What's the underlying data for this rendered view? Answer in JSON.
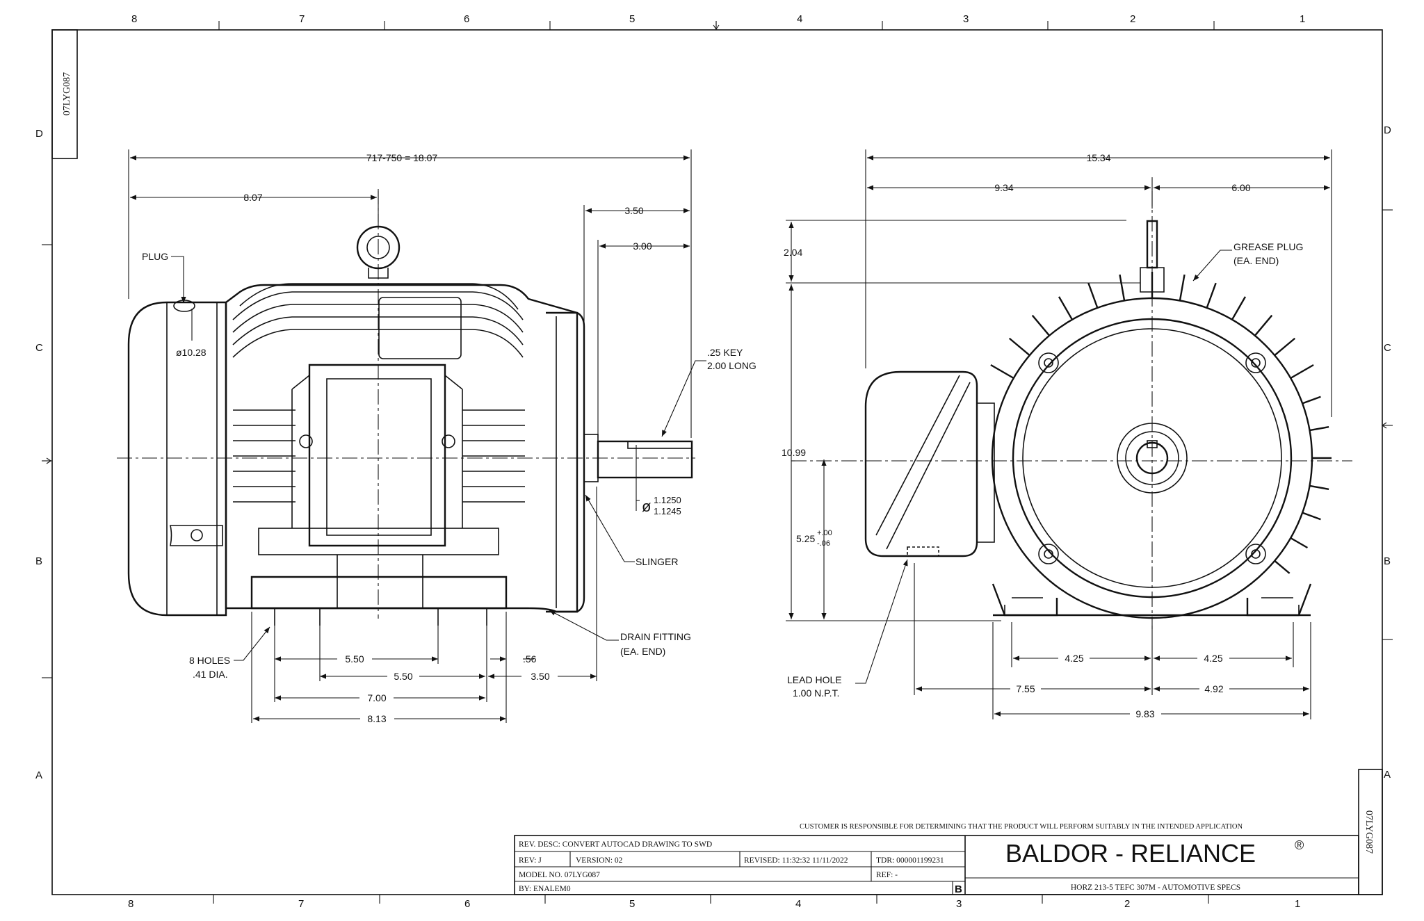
{
  "sheet_id": "07LYG087",
  "zones": {
    "columns": [
      "8",
      "7",
      "6",
      "5",
      "4",
      "3",
      "2",
      "1"
    ],
    "rows": [
      "D",
      "C",
      "B",
      "A"
    ]
  },
  "side_view": {
    "overall_length": "717-750 = 18.07",
    "length_to_lift": "8.07",
    "shaft_ext": "3.50",
    "key_end": "3.00",
    "plug": "PLUG",
    "frame_dia": "ø10.28",
    "key_1": ".25 KEY",
    "key_2": "2.00 LONG",
    "shaft_dia_1": "1.1250",
    "shaft_dia_2": "1.1245",
    "slinger": "SLINGER",
    "drain_1": "DRAIN FITTING",
    "drain_2": "(EA. END)",
    "holes_1": "8 HOLES",
    "holes_2": ".41 DIA.",
    "dim_550a": "5.50",
    "dim_056": ".56",
    "dim_550b": "5.50",
    "dim_350": "3.50",
    "dim_700": "7.00",
    "dim_813": "8.13"
  },
  "end_view": {
    "overall_width": "15.34",
    "left_width": "9.34",
    "right_width": "6.00",
    "grease_1": "GREASE PLUG",
    "grease_2": "(EA. END)",
    "height_lift": "2.04",
    "height_total": "10.99",
    "shaft_height": "5.25",
    "tol_plus": "+.00",
    "tol_minus": "-.06",
    "lead_1": "LEAD HOLE",
    "lead_2": "1.00 N.P.T.",
    "foot_l": "4.25",
    "foot_r": "4.25",
    "box_l": "7.55",
    "box_r": "4.92",
    "base": "9.83"
  },
  "title_block": {
    "disclaimer": "CUSTOMER IS RESPONSIBLE FOR DETERMINING THAT THE PRODUCT WILL PERFORM SUITABLY IN THE INTENDED APPLICATION",
    "rev_desc": "REV. DESC: CONVERT AUTOCAD DRAWING TO SWD",
    "rev": "REV:  J",
    "version": "VERSION:  02",
    "revised": "REVISED:  11:32:32 11/11/2022",
    "tdr": "TDR: 000001199231",
    "model": "MODEL NO.  07LYG087",
    "ref": "REF:  -",
    "by": "BY: ENALEM0",
    "size": "B",
    "company": "BALDOR - RELIANCE",
    "reg": "®",
    "description": "HORZ 213-5 TEFC 307M - AUTOMOTIVE SPECS"
  }
}
